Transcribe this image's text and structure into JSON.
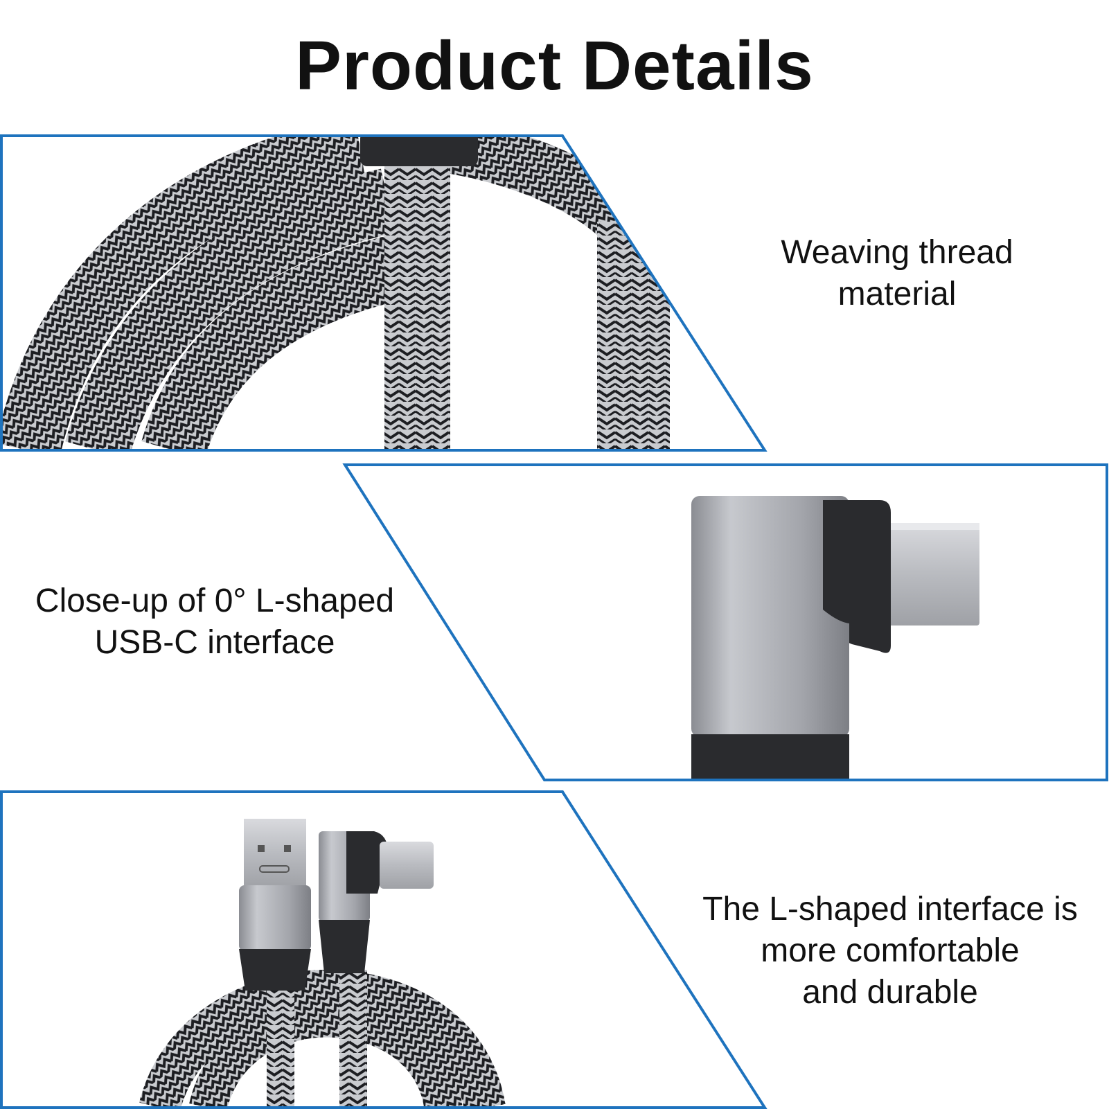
{
  "title": "Product Details",
  "colors": {
    "frame_blue": "#1e73be",
    "braid_light": "#c9cbcf",
    "braid_dark": "#1d1e22",
    "connector_silver": "#a9abb1",
    "connector_black": "#2a2b2e"
  },
  "panels": [
    {
      "caption_lines": [
        "Weaving thread",
        "material"
      ],
      "image": "braided-cable-closeup"
    },
    {
      "caption_lines": [
        "Close-up of 0° L-shaped",
        "USB-C interface"
      ],
      "image": "l-shaped-usb-c-connector"
    },
    {
      "caption_lines": [
        "The L-shaped interface is",
        "more comfortable",
        "and durable"
      ],
      "image": "usb-a-to-usb-c-cable"
    }
  ]
}
